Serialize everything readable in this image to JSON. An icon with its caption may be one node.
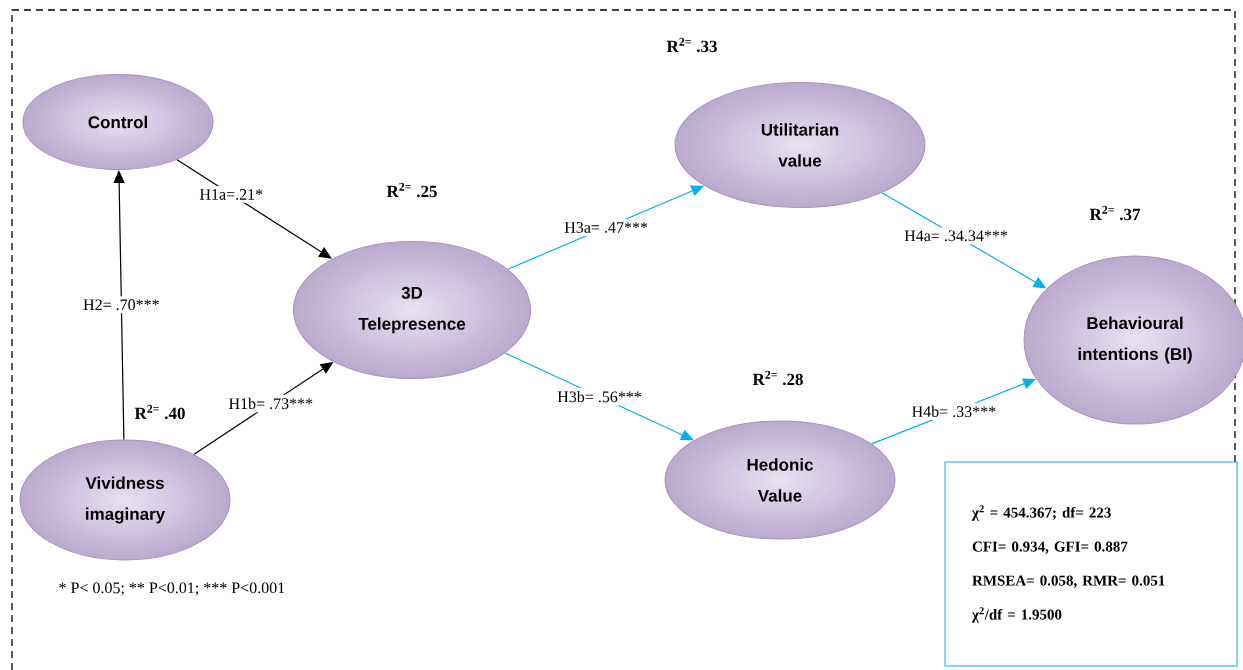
{
  "diagram": {
    "nodes": [
      {
        "text": [
          "Control"
        ]
      },
      {
        "text": [
          "3D Telepresence"
        ],
        "beside": [
          "R$^{2=}$ .25"
        ]
      },
      {
        "text": [
          "Utilitarian value"
        ],
        "beside": [
          "R$^{2=}$ .33"
        ]
      },
      {
        "text": [
          "Vividness imaginary"
        ],
        "beside": [
          "R$^{2=}$ .40"
        ]
      },
      {
        "text": [
          "Hedonic Value"
        ],
        "beside": [
          "R$^{2=}$ .28"
        ]
      },
      {
        "text": [
          "Behavioural intentions (BI)"
        ],
        "beside": [
          "R$^{2=}$ .37"
        ]
      },
      {
        "text": [
          "χ$^{2}$ =  454.367;  df= 223",
          "CFI= 0.934, GFI= 0.887",
          "RMSEA= 0.058, RMR= 0.051",
          "χ$^{2}$/df = 1.9500"
        ]
      }
    ],
    "edges": [
      {
        "from": 3,
        "to": 0,
        "arrow": "to",
        "label": "H2= .70***",
        "color": "#000000"
      },
      {
        "from": 0,
        "to": 1,
        "arrow": "to",
        "label": "H1a=.21*",
        "color": "#000000"
      },
      {
        "from": 3,
        "to": 1,
        "arrow": "to",
        "label": "H1b= .73***",
        "color": "#000000"
      },
      {
        "from": 1,
        "to": 2,
        "arrow": "to",
        "label": "H3a= .47***"
      },
      {
        "from": 1,
        "to": 4,
        "arrow": "to",
        "label": "H3b= .56***"
      },
      {
        "from": 2,
        "to": 5,
        "arrow": "to",
        "label": "H4a= .34.34***"
      },
      {
        "from": 4,
        "to": 5,
        "arrow": "to",
        "label": "H4b= .33***"
      }
    ],
    "labels": [
      "* P< 0.05; ** P<0.01; *** P<0.001"
    ]
  }
}
